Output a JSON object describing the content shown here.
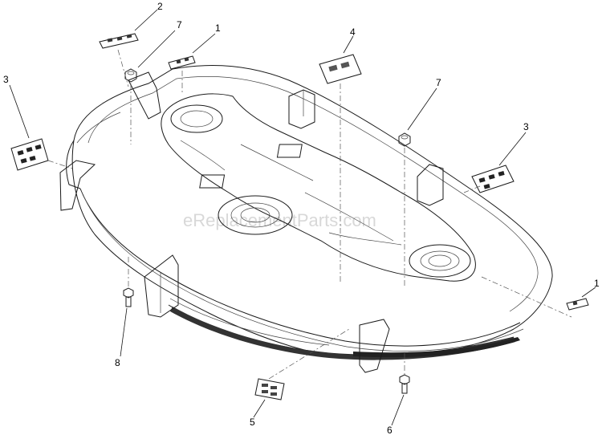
{
  "watermark": "eReplacementParts.com",
  "callouts": [
    {
      "id": "c2",
      "label": "2"
    },
    {
      "id": "c7a",
      "label": "7"
    },
    {
      "id": "c1a",
      "label": "1"
    },
    {
      "id": "c4",
      "label": "4"
    },
    {
      "id": "c3a",
      "label": "3"
    },
    {
      "id": "c7b",
      "label": "7"
    },
    {
      "id": "c3b",
      "label": "3"
    },
    {
      "id": "c1b",
      "label": "1"
    },
    {
      "id": "c8",
      "label": "8"
    },
    {
      "id": "c5",
      "label": "5"
    },
    {
      "id": "c6",
      "label": "6"
    }
  ],
  "colors": {
    "line": "#1a1a1a",
    "watermark": "#d8d8d8",
    "background": "#ffffff"
  }
}
